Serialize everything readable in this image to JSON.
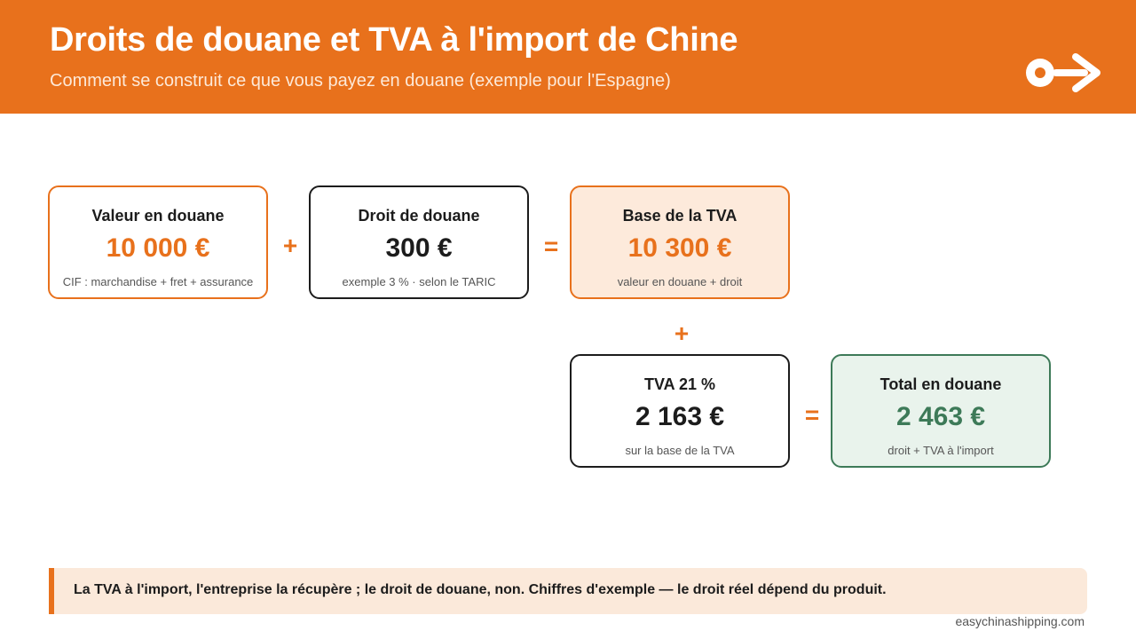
{
  "header": {
    "title": "Droits de douane et TVA à l'import de Chine",
    "subtitle": "Comment se construit ce que vous payez en douane (exemple pour l'Espagne)",
    "logo_icon": "arrow-key-logo-icon"
  },
  "colors": {
    "accent": "#e8711c",
    "dark": "#1c1c1c",
    "green": "#3d7a58",
    "peach": "#fdeadb"
  },
  "flow": {
    "customs_value": {
      "title": "Valeur en douane",
      "value": "10 000 €",
      "note": "CIF : marchandise + fret + assurance"
    },
    "plus_1": "+",
    "customs_duty": {
      "title": "Droit de douane",
      "value": "300 €",
      "note": "exemple 3 % · selon le TARIC"
    },
    "equals_1": "=",
    "vat_base": {
      "title": "Base de la TVA",
      "value": "10 300 €",
      "note": "valeur en douane + droit"
    },
    "plus_2": "+",
    "vat": {
      "title": "TVA 21 %",
      "value": "2 163 €",
      "note": "sur la base de la TVA"
    },
    "equals_2": "=",
    "total": {
      "title": "Total en douane",
      "value": "2 463 €",
      "note": "droit + TVA à l'import"
    }
  },
  "callout": {
    "text": "La TVA à l'import, l'entreprise la récupère ; le droit de douane, non. Chiffres d'exemple — le droit réel dépend du produit."
  },
  "footer": {
    "brand": "easychinashipping.com"
  }
}
